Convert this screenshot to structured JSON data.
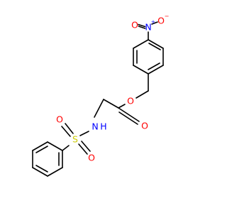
{
  "molecule": {
    "colors": {
      "carbon_bond": "#000000",
      "oxygen": "#ff0000",
      "nitrogen": "#0000ff",
      "sulfur": "#cccc00"
    },
    "atoms": {
      "nitro_n": {
        "symbol": "N",
        "charge": "+"
      },
      "nitro_o_left": {
        "symbol": "O"
      },
      "nitro_o_right": {
        "symbol": "O",
        "charge": "−"
      },
      "ester_o_single": {
        "symbol": "O"
      },
      "ester_o_double": {
        "symbol": "O"
      },
      "amide_n": {
        "symbol": "N"
      },
      "amide_h": {
        "symbol": "H"
      },
      "sulfur": {
        "symbol": "S"
      },
      "sulfonyl_o_top": {
        "symbol": "O"
      },
      "sulfonyl_o_bottom": {
        "symbol": "O"
      }
    }
  }
}
